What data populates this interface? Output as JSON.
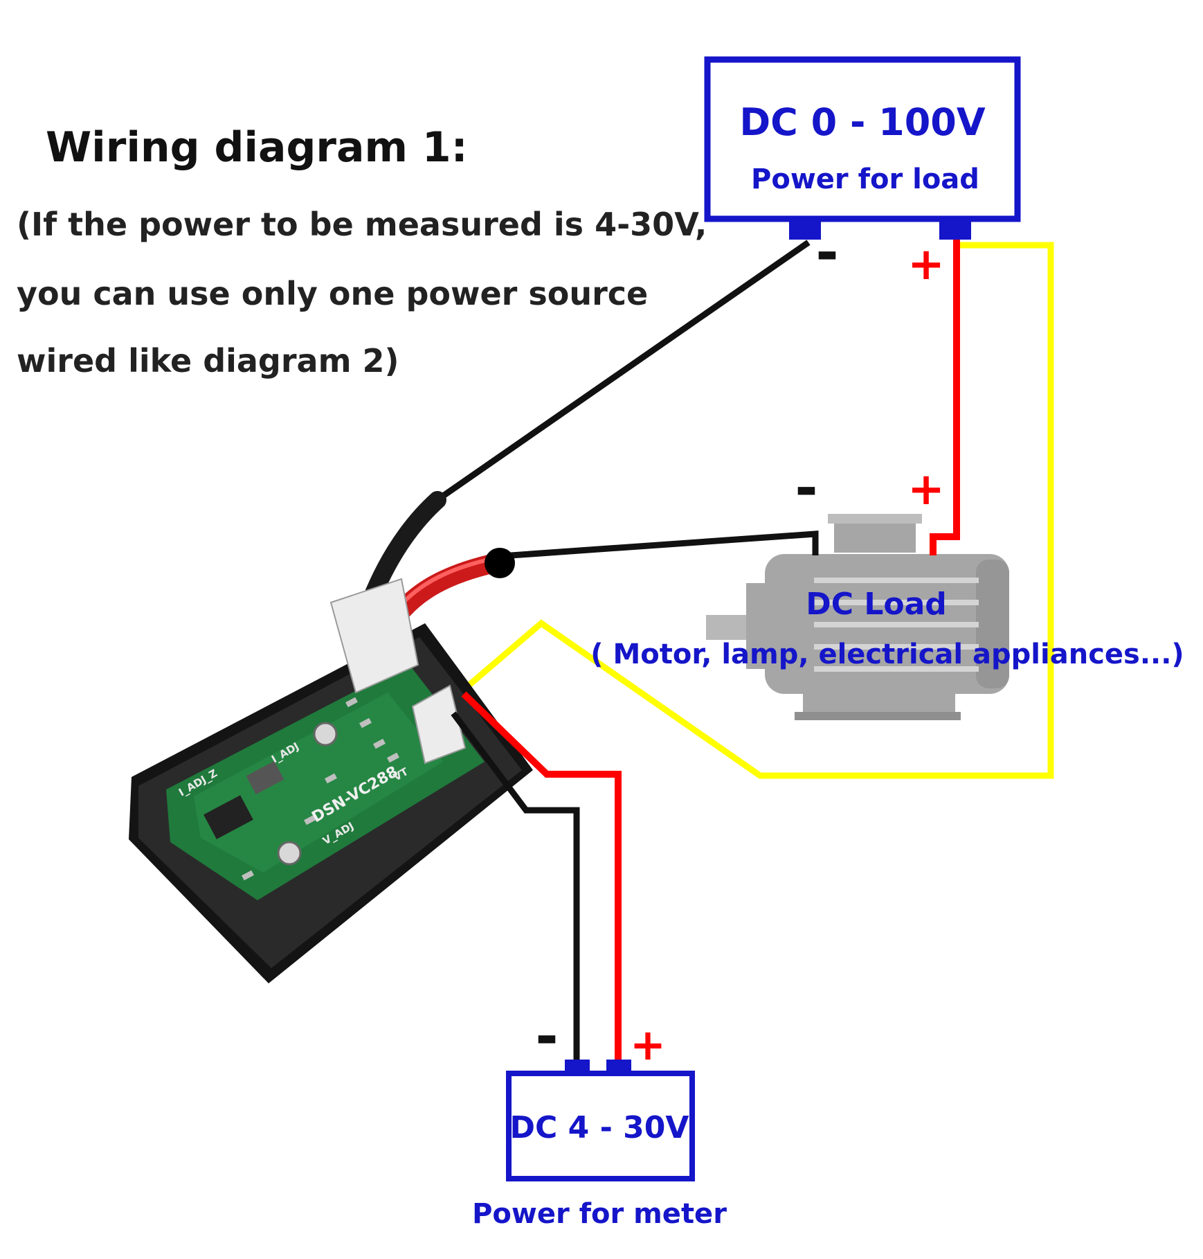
{
  "title": "Wiring diagram 1:",
  "note": {
    "line1": "(If the power to be measured is 4-30V,",
    "line2": "you can use only one power source",
    "line3": "wired like diagram 2)"
  },
  "load_supply": {
    "voltage": "DC 0 - 100V",
    "label": "Power for load",
    "minus": "-",
    "plus": "+"
  },
  "load": {
    "name": "DC Load",
    "examples": "( Motor, lamp, electrical appliances...)",
    "minus": "-",
    "plus": "+"
  },
  "meter_supply": {
    "voltage": "DC 4 - 30V",
    "label": "Power for meter",
    "minus": "-",
    "plus": "+"
  },
  "board_labels": {
    "model": "DSN-VC288",
    "i_adj": "I_ADJ",
    "i_adj_z": "I_ADJ_Z",
    "v_adj": "V_ADJ",
    "vt": "VT"
  },
  "colors": {
    "box_border": "#1515c9",
    "label_text": "#1515c9",
    "title_text": "#111111",
    "wire_red": "#ff0000",
    "wire_black": "#111111",
    "wire_yellow": "#ffff00",
    "load_gray": "#a6a6a6",
    "pcb_green": "#1f7a3c"
  }
}
